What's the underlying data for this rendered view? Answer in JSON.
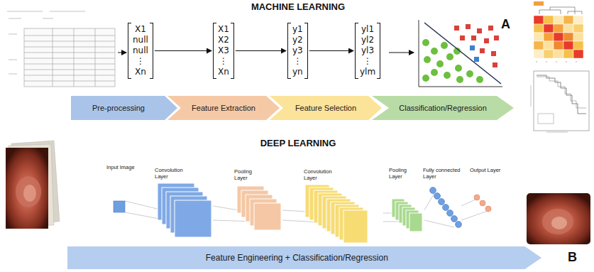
{
  "diagram": {
    "nodes": [
      {
        "text": [
          "X1 null null ⋮ Xn"
        ]
      },
      {
        "text": [
          "X1 X2 X3 ⋮ Xn"
        ]
      },
      {
        "text": [
          "y1 y2 y3 ⋮ yn"
        ]
      },
      {
        "text": [
          "yl1 yl2 yl3 ⋮ ylm"
        ]
      },
      {
        "text": [
          "Pre-processing"
        ]
      },
      {
        "text": [
          "Feature Extraction"
        ]
      },
      {
        "text": [
          "Feature Selection"
        ]
      },
      {
        "text": [
          "Classification/Regression"
        ]
      },
      {
        "text": [
          "Feature Engineering + Classification/Regression"
        ]
      }
    ],
    "edges": [
      {
        "from": 0,
        "to": 1,
        "arrow": "to"
      },
      {
        "from": 1,
        "to": 2,
        "arrow": "to"
      },
      {
        "from": 2,
        "to": 3,
        "arrow": "to"
      }
    ],
    "labels": [
      "MACHINE LEARNING",
      "A",
      "DEEP LEARNING",
      "Input Image",
      "Convolution Layer",
      "Pooling Layer",
      "Convolution Layer",
      "Pooling Layer",
      "Fully connected Layer",
      "Output Layer",
      "B"
    ]
  }
}
